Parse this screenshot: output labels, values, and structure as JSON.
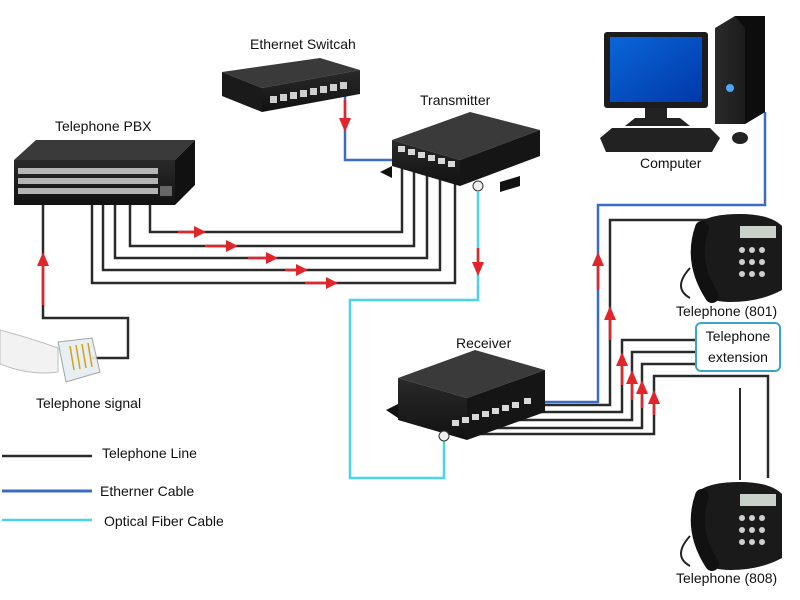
{
  "colors": {
    "telephone_line": "#2a2a2a",
    "ethernet_cable": "#3b6cc4",
    "optical_fiber": "#48d6e6",
    "arrow": "#e0262b",
    "extension_border": "#3aa6c4"
  },
  "devices": {
    "ethernet_switch": "Ethernet Switcah",
    "transmitter": "Transmitter",
    "pbx": "Telephone PBX",
    "computer": "Computer",
    "receiver": "Receiver",
    "phone_801": "Telephone (801)",
    "phone_808": "Telephone (808)",
    "signal": "Telephone signal"
  },
  "extension": {
    "line1": "Telephone",
    "line2": "extension"
  },
  "legend": [
    {
      "label": "Telephone Line",
      "color": "#2a2a2a"
    },
    {
      "label": "Etherner Cable",
      "color": "#3b6cc4"
    },
    {
      "label": "Optical Fiber Cable",
      "color": "#48d6e6"
    }
  ]
}
